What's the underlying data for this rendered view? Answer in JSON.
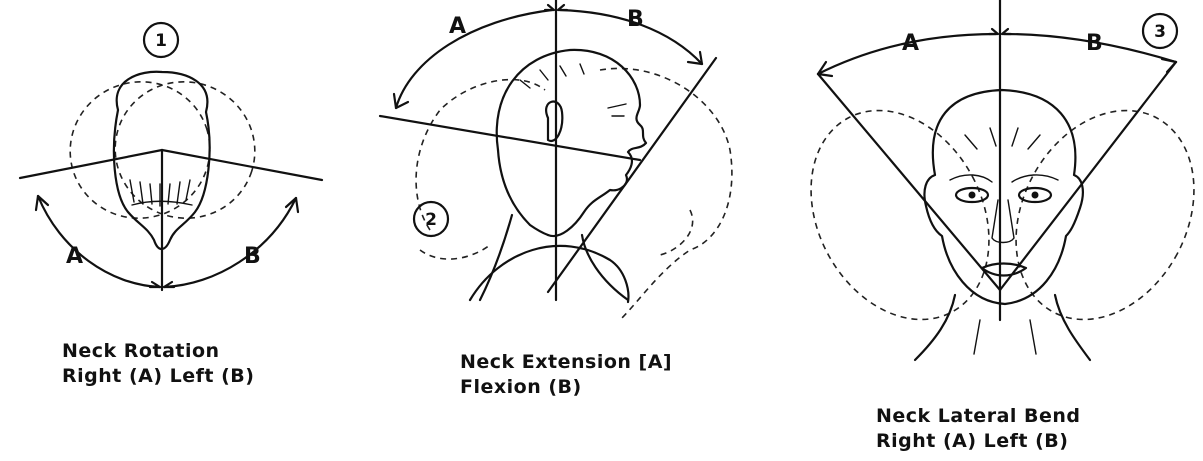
{
  "panels": [
    {
      "number": "1",
      "label_a": "A",
      "label_b": "B",
      "caption_line1": "Neck Rotation",
      "caption_line2": "Right (A) Left (B)"
    },
    {
      "number": "2",
      "label_a": "A",
      "label_b": "B",
      "caption_line1": "Neck Extension [A]",
      "caption_line2": "Flexion (B)"
    },
    {
      "number": "3",
      "label_a": "A",
      "label_b": "B",
      "caption_line1": "Neck Lateral Bend",
      "caption_line2": "Right (A) Left (B)"
    }
  ]
}
